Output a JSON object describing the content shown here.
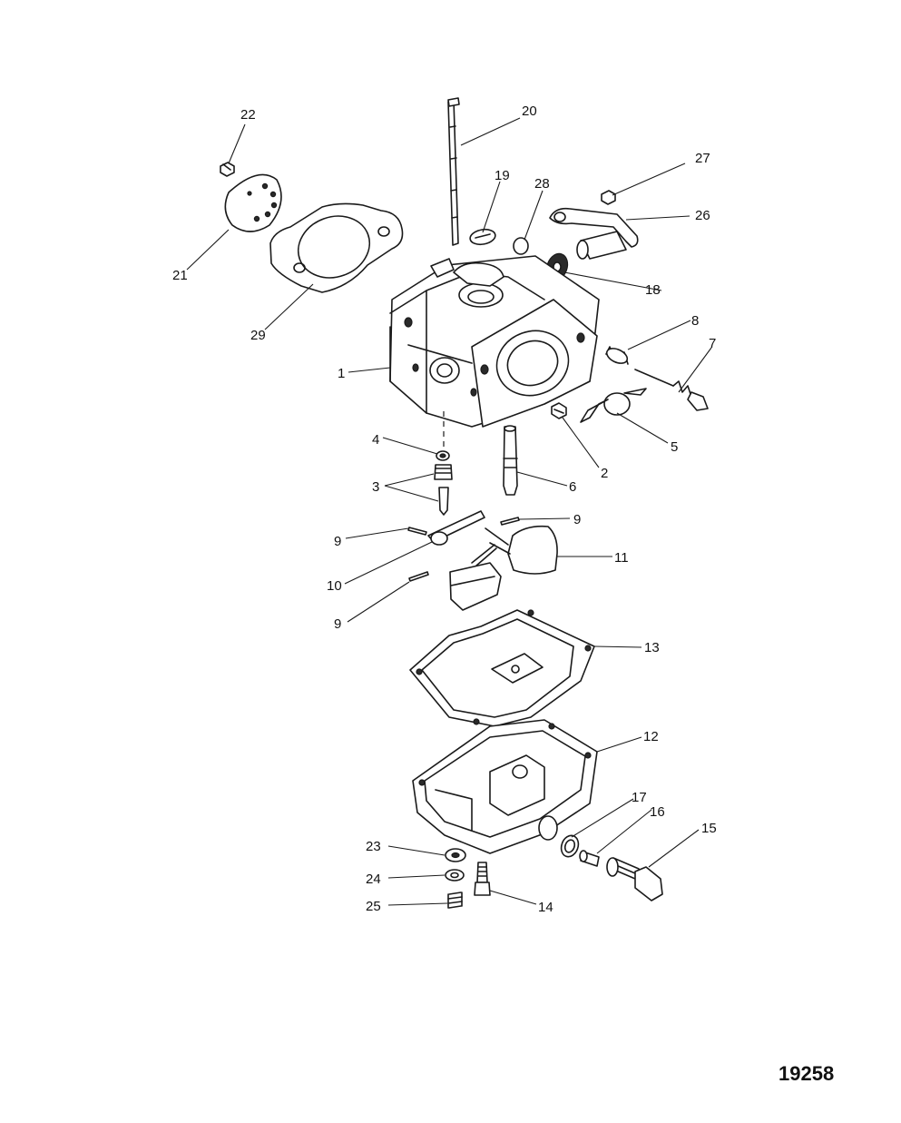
{
  "figure_number": "19258",
  "callouts": [
    {
      "id": "c1",
      "label": "1"
    },
    {
      "id": "c2",
      "label": "2"
    },
    {
      "id": "c3",
      "label": "3"
    },
    {
      "id": "c4",
      "label": "4"
    },
    {
      "id": "c5",
      "label": "5"
    },
    {
      "id": "c6",
      "label": "6"
    },
    {
      "id": "c7",
      "label": "7"
    },
    {
      "id": "c8",
      "label": "8"
    },
    {
      "id": "c9a",
      "label": "9"
    },
    {
      "id": "c9b",
      "label": "9"
    },
    {
      "id": "c9c",
      "label": "9"
    },
    {
      "id": "c10",
      "label": "10"
    },
    {
      "id": "c11",
      "label": "11"
    },
    {
      "id": "c12",
      "label": "12"
    },
    {
      "id": "c13",
      "label": "13"
    },
    {
      "id": "c14",
      "label": "14"
    },
    {
      "id": "c15",
      "label": "15"
    },
    {
      "id": "c16",
      "label": "16"
    },
    {
      "id": "c17",
      "label": "17"
    },
    {
      "id": "c18",
      "label": "18"
    },
    {
      "id": "c19",
      "label": "19"
    },
    {
      "id": "c20",
      "label": "20"
    },
    {
      "id": "c21",
      "label": "21"
    },
    {
      "id": "c22",
      "label": "22"
    },
    {
      "id": "c23",
      "label": "23"
    },
    {
      "id": "c24",
      "label": "24"
    },
    {
      "id": "c25",
      "label": "25"
    },
    {
      "id": "c26",
      "label": "26"
    },
    {
      "id": "c27",
      "label": "27"
    },
    {
      "id": "c28",
      "label": "28"
    },
    {
      "id": "c29",
      "label": "29"
    }
  ]
}
